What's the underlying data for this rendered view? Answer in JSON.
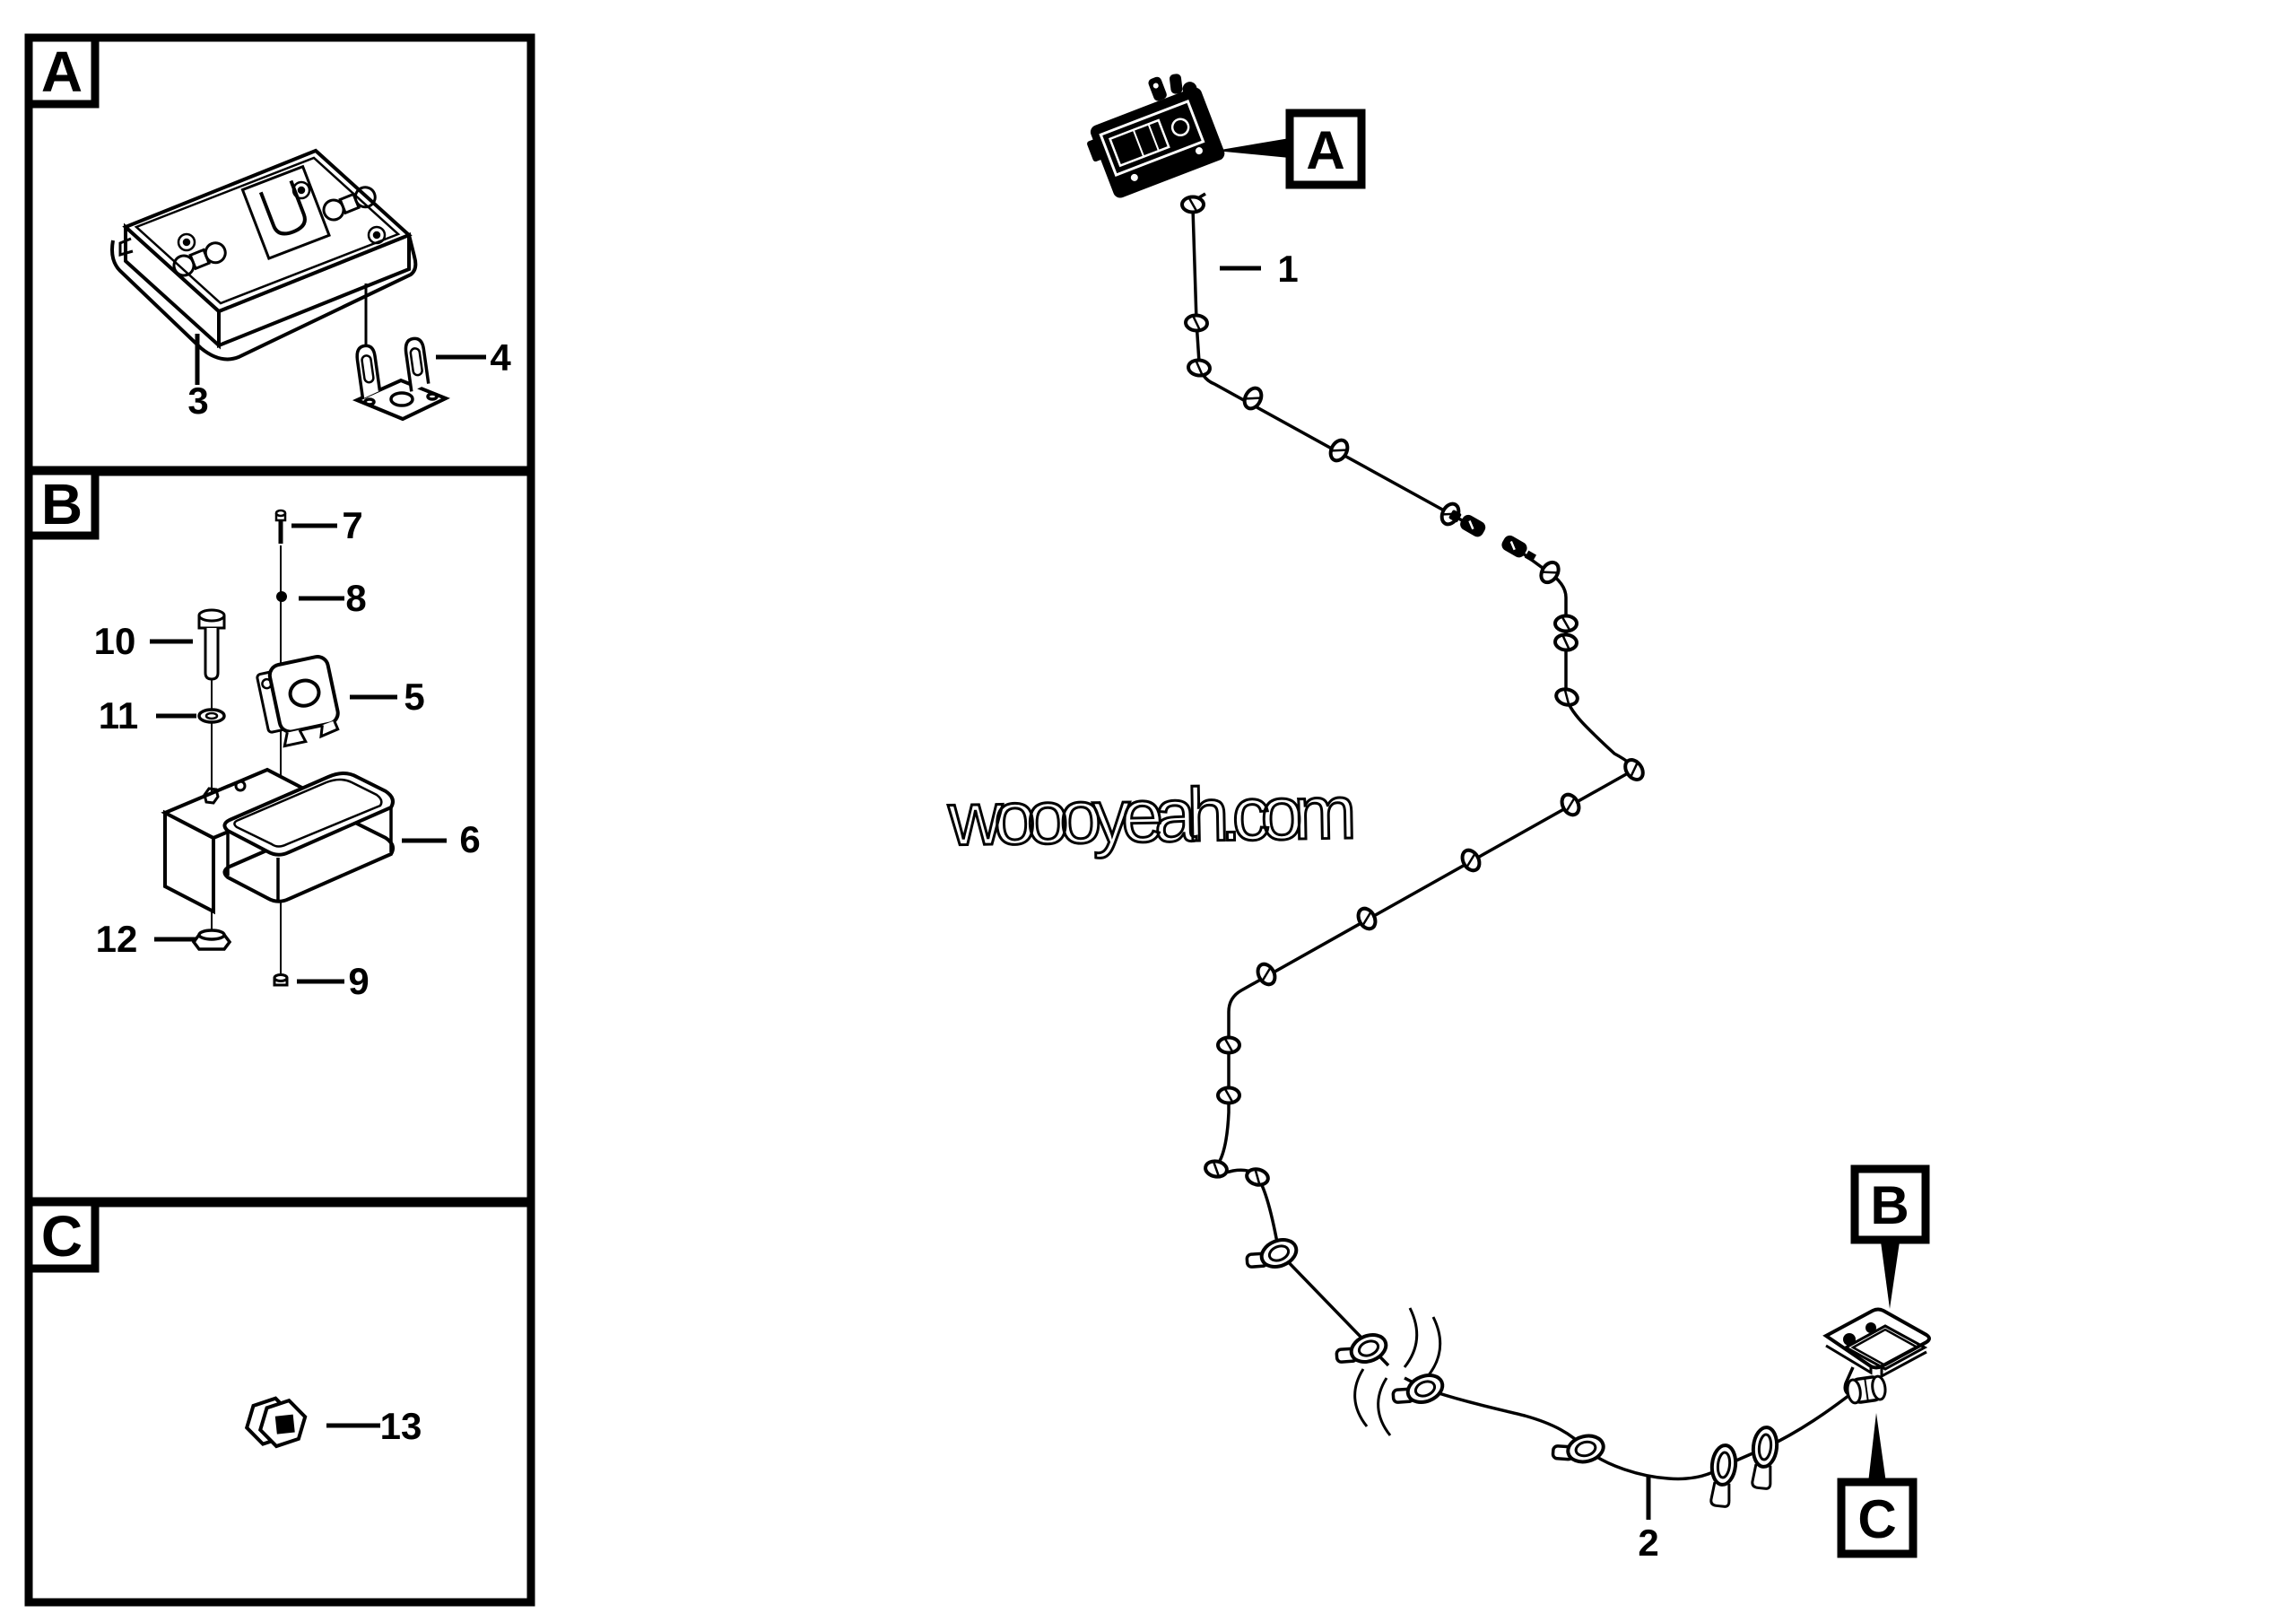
{
  "colors": {
    "ink": "#000000",
    "paper": "#ffffff"
  },
  "watermark": {
    "text": "woooyeah.com"
  },
  "panels": {
    "a": {
      "label": "A",
      "part3": "3",
      "part4": "4"
    },
    "b": {
      "label": "B",
      "part5": "5",
      "part6": "6",
      "part7": "7",
      "part8": "8",
      "part9": "9",
      "part10": "10",
      "part11": "11",
      "part12": "12"
    },
    "c": {
      "label": "C",
      "part13": "13"
    }
  },
  "main": {
    "callout_a": "A",
    "callout_b": "B",
    "callout_c": "C",
    "wire1_label": "1",
    "wire2_label": "2"
  }
}
